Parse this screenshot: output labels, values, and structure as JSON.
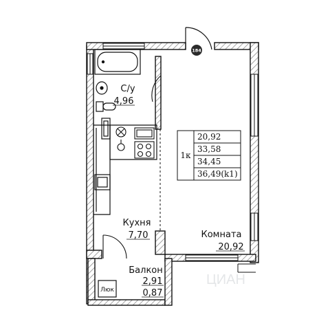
{
  "unit_number": "184",
  "rooms": [
    {
      "id": "bathroom",
      "name": "С/у",
      "area": "4,96"
    },
    {
      "id": "kitchen",
      "name": "Кухня",
      "area": "7,70"
    },
    {
      "id": "living_room",
      "name": "Комната",
      "area": "20,92"
    },
    {
      "id": "balcony",
      "name": "Балкон",
      "area": "2,91",
      "area_reduced": "0,87"
    }
  ],
  "area_table": {
    "room_count": "1к",
    "values": [
      "20,92",
      "33,58",
      "34,45",
      "36,49(k1)"
    ]
  },
  "hatch_label": "Люк",
  "watermark": "ЦИАН",
  "colors": {
    "wall": "#111111",
    "hatch": "#9a9a9a",
    "unit_badge": "#2b2b2b"
  }
}
